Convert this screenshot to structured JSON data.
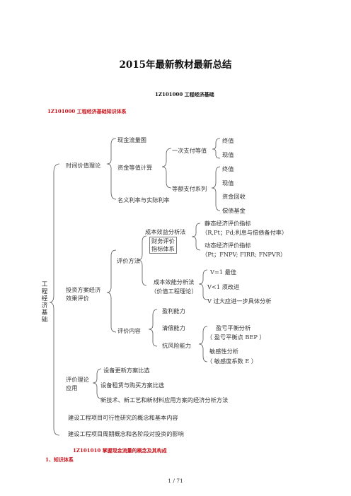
{
  "title": "2015年最新教材最新总结",
  "subtitle": "1Z101000 工程经济基础",
  "section_heading": "1Z101000 工程经济基础知识体系",
  "root": "工程经济基础",
  "tree": {
    "time_value": "时间价值理论",
    "cash_flow_chart": "现金流量图",
    "fund_equiv_calc": "资金等值计算",
    "nominal_actual_rate": "名义利率与实际利率",
    "single_payment": "一次支付等值",
    "future_value_1": "终值",
    "present_value_1": "现值",
    "equal_payment_series": "等额支付系列",
    "future_value_2": "终值",
    "present_value_2": "现值",
    "capital_recovery": "资金回收",
    "sinking_fund": "偿债基金",
    "investment_eval": "投资方案经济效果评价",
    "eval_method": "评价方法",
    "cost_benefit_method": "成本效益分析法",
    "financial_eval": "财务评价",
    "indicator_system": "指标体系",
    "static_indicators": "静态经济评价指标",
    "static_detail": "（R,Pt；Pd;利息与偿债备付率）",
    "dynamic_indicators": "动态经济评价指标",
    "dynamic_detail": "（Pt；FNPV; FIRR; FNPVR）",
    "cost_effectiveness_method": "成本效能分析法",
    "value_engineering": "（价值工程理论）",
    "v_eq_1": "V=1 最佳",
    "v_lt_1": "V<1 须改进",
    "v_gt_1": "V 过大应进一步具体分析",
    "eval_content": "评价内容",
    "profitability": "盈利能力",
    "solvency": "清偿能力",
    "risk_resistance": "抗风险能力",
    "breakeven_analysis": "盈亏平衡分析",
    "breakeven_point": "（ 盈亏平衡点 BEP ）",
    "sensitivity_analysis": "敏感性分析",
    "sensitivity_coeff": "（ 敏感度系数 E ）",
    "eval_theory_app": "评价理论应用",
    "equipment_renewal": "设备更新方案比选",
    "equipment_lease": "设备租赁与购买方案比选",
    "new_tech": "新技术、新工艺和新材料应用方案的经济分析方法",
    "feasibility_study": "建设工程项目可行性研究的概念和基本内容",
    "life_cycle": "建设工程项目周期概念和各阶段对投资的影响"
  },
  "subsection_heading": "1Z101010 掌握现金流量的概念及其构成",
  "knowledge_system": "1、知识体系",
  "page_number": "1 / 71",
  "colors": {
    "heading_red": "#c8141c",
    "text": "#333333"
  }
}
